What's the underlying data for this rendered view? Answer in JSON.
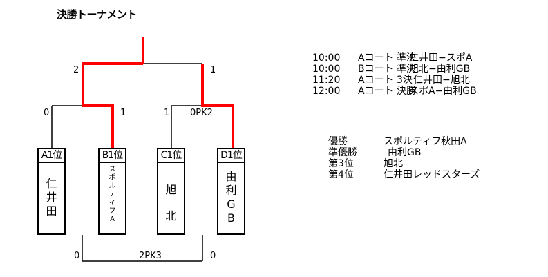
{
  "title": "決勝トーナメント",
  "bracket": {
    "teams": [
      {
        "seed": "A1位",
        "name": "仁井田"
      },
      {
        "seed": "B1位",
        "name": "スポルティフA"
      },
      {
        "seed": "C1位",
        "name": "旭北"
      },
      {
        "seed": "D1位",
        "name": "由利GB"
      }
    ],
    "scores": {
      "final_left": "2",
      "final_right": "1",
      "semi1_left": "0",
      "semi1_right": "1",
      "semi2_left": "1",
      "semi2_right": "0PK2",
      "third_left": "0",
      "third_mid": "2PK3",
      "third_right": "0"
    },
    "colors": {
      "winner_line": "#ff0000",
      "line": "#000000"
    }
  },
  "schedule": [
    {
      "time": "10:00",
      "court": "Aコート 準決",
      "match": "仁井田−スポA"
    },
    {
      "time": "10:00",
      "court": "Bコート 準決",
      "match": "旭北−由利GB"
    },
    {
      "time": "11:20",
      "court": "Aコート 3決",
      "match": "仁井田−旭北"
    },
    {
      "time": "12:00",
      "court": "Aコート 決勝",
      "match": "スポA−由利GB"
    }
  ],
  "results": [
    {
      "rank": "優勝",
      "team": "スポルティフ秋田A"
    },
    {
      "rank": "準優勝",
      "team": "由利GB"
    },
    {
      "rank": "第3位",
      "team": "旭北"
    },
    {
      "rank": "第4位",
      "team": "仁井田レッドスターズ"
    }
  ]
}
